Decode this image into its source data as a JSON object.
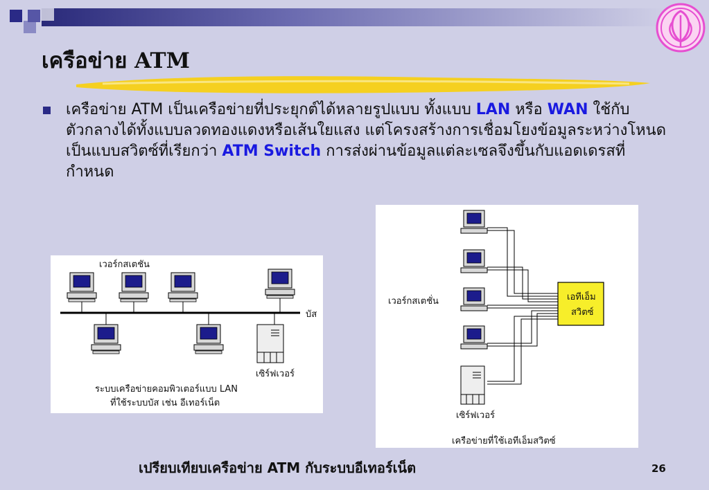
{
  "title": "เครือข่าย ATM",
  "bullet": {
    "part1": "เครือข่าย ATM เป็นเครือข่ายที่ประยุกต์ได้หลายรูปแบบ ทั้งแบบ ",
    "lan": "LAN",
    "part2": " หรือ ",
    "wan": "WAN",
    "part3": " ใช้กับตัวกลางได้ทั้งแบบลวดทองแดงหรือเส้นใยแสง แต่โครงสร้างการเชื่อมโยงข้อมูลระหว่างโหนดเป็นแบบสวิตซ์ที่เรียกว่า ",
    "switch": "ATM Switch",
    "part4": " การส่งผ่านข้อมูลแต่ละเซลจึงขึ้นกับแอดเดรสที่กำหนด"
  },
  "left_diagram": {
    "workstation_label": "เวอร์กสเตชัน",
    "bus_label": "บัส",
    "server_label": "เซิร์ฟเวอร์",
    "caption_line1": "ระบบเครือข่ายคอมพิวเตอร์แบบ LAN",
    "caption_line2": "ที่ใช้ระบบบัส เช่น อีเทอร์เน็ต"
  },
  "right_diagram": {
    "workstation_label": "เวอร์กสเตชั่น",
    "switch_line1": "เอทีเอ็ม",
    "switch_line2": "สวิตซ์",
    "server_label": "เซิร์ฟเวอร์",
    "caption": "เครือข่ายที่ใช้เอทีเอ็มสวิตซ์"
  },
  "footer": "เปรียบเทียบเครือข่าย ATM กับระบบอีเทอร์เน็ต",
  "page_number": "26",
  "colors": {
    "accent": "#2a2a86",
    "keyword": "#1a1ae0",
    "switch_fill": "#f7ee2a",
    "highlight": "#f5d020",
    "logo": "#e64fd1"
  }
}
